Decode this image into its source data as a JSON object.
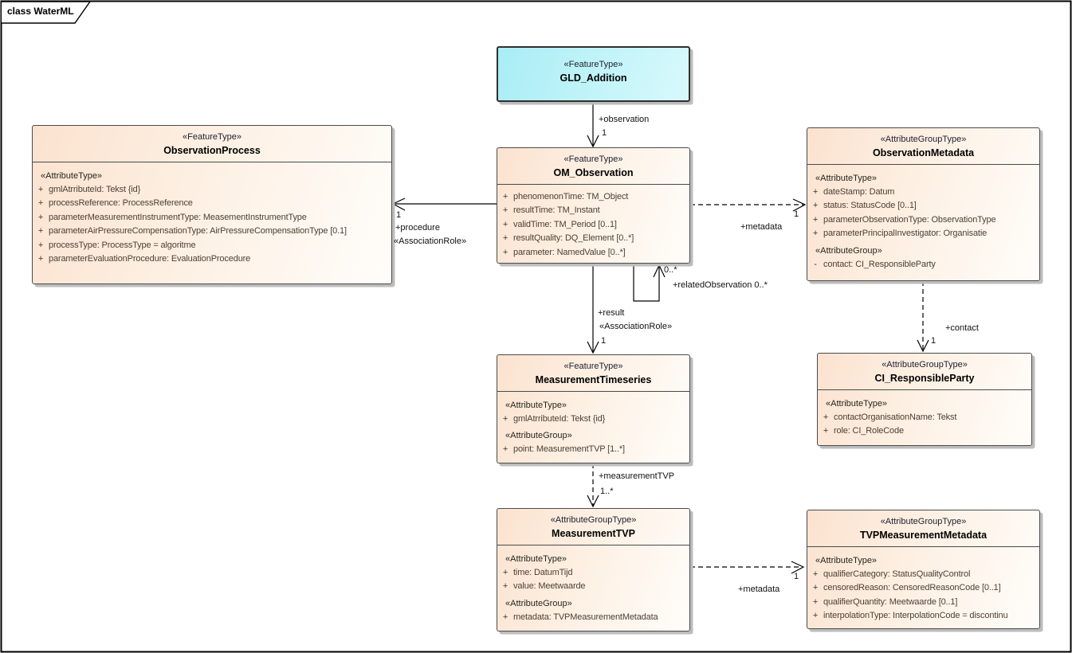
{
  "diagram": {
    "tab_label": "class WaterML"
  },
  "colors": {
    "class_fill_start": "#fbe2cf",
    "class_fill_end": "#fffdfa",
    "highlight_fill": "#a9edf5",
    "attribute_text": "#4d4034",
    "border": "#4a4a4a",
    "line": "#000000"
  },
  "classes": [
    {
      "stereotype": "«FeatureType»",
      "name": "ObservationProcess",
      "groups": [
        {
          "heading": "«AttributeType»",
          "rows": [
            {
              "vis": "+",
              "text": "gmlAtrributeId: Tekst {id}"
            },
            {
              "vis": "+",
              "text": "processReference: ProcessReference"
            },
            {
              "vis": "+",
              "text": "parameterMeasurementInstrumentType: MeasementInstrumentType"
            },
            {
              "vis": "+",
              "text": "parameterAirPressureCompensationType: AirPressureCompensationType [0.1]"
            },
            {
              "vis": "+",
              "text": "processType: ProcessType = algoritme"
            },
            {
              "vis": "+",
              "text": "parameterEvaluationProcedure: EvaluationProcedure"
            }
          ]
        }
      ]
    },
    {
      "stereotype": "«FeatureType»",
      "name": "GLD_Addition",
      "groups": []
    },
    {
      "stereotype": "«FeatureType»",
      "name": "OM_Observation",
      "groups": [
        {
          "rows": [
            {
              "vis": "+",
              "text": "phenomenonTime: TM_Object"
            },
            {
              "vis": "+",
              "text": "resultTime: TM_Instant"
            },
            {
              "vis": "+",
              "text": "validTime: TM_Period [0..1]"
            },
            {
              "vis": "+",
              "text": "resultQuality: DQ_Element [0..*]"
            },
            {
              "vis": "+",
              "text": "parameter: NamedValue [0..*]"
            }
          ]
        }
      ]
    },
    {
      "stereotype": "«AttributeGroupType»",
      "name": "ObservationMetadata",
      "groups": [
        {
          "heading": "«AttributeType»",
          "rows": [
            {
              "vis": "+",
              "text": "dateStamp: Datum"
            },
            {
              "vis": "+",
              "text": "status: StatusCode [0..1]"
            },
            {
              "vis": "+",
              "text": "parameterObservationType: ObservationType"
            },
            {
              "vis": "+",
              "text": "parameterPrincipalInvestigator: Organisatie"
            }
          ]
        },
        {
          "heading": "«AttributeGroup»",
          "rows": [
            {
              "vis": "-",
              "text": "contact: CI_ResponsibleParty"
            }
          ]
        }
      ]
    },
    {
      "stereotype": "«FeatureType»",
      "name": "MeasurementTimeseries",
      "groups": [
        {
          "heading": "«AttributeType»",
          "rows": [
            {
              "vis": "+",
              "text": "gmlAtrributeId: Tekst {id}"
            }
          ]
        },
        {
          "heading": "«AttributeGroup»",
          "rows": [
            {
              "vis": "+",
              "text": "point: MeasurementTVP [1..*]"
            }
          ]
        }
      ]
    },
    {
      "stereotype": "«AttributeGroupType»",
      "name": "CI_ResponsibleParty",
      "groups": [
        {
          "heading": "«AttributeType»",
          "rows": [
            {
              "vis": "+",
              "text": "contactOrganisationName: Tekst"
            },
            {
              "vis": "+",
              "text": "role: CI_RoleCode"
            }
          ]
        }
      ]
    },
    {
      "stereotype": "«AttributeGroupType»",
      "name": "MeasurementTVP",
      "groups": [
        {
          "heading": "«AttributeType»",
          "rows": [
            {
              "vis": "+",
              "text": "time: DatumTijd"
            },
            {
              "vis": "+",
              "text": "value: Meetwaarde"
            }
          ]
        },
        {
          "heading": "«AttributeGroup»",
          "rows": [
            {
              "vis": "+",
              "text": "metadata: TVPMeasurementMetadata"
            }
          ]
        }
      ]
    },
    {
      "stereotype": "«AttributeGroupType»",
      "name": "TVPMeasurementMetadata",
      "groups": [
        {
          "heading": "«AttributeType»",
          "rows": [
            {
              "vis": "+",
              "text": "qualifierCategory: StatusQualityControl"
            },
            {
              "vis": "+",
              "text": "censoredReason: CensoredReasonCode [0..1]"
            },
            {
              "vis": "+",
              "text": "qualifierQuantity: Meetwaarde [0..1]"
            },
            {
              "vis": "+",
              "text": "interpolationType: InterpolationCode = discontinu"
            }
          ]
        }
      ]
    }
  ],
  "connectors": {
    "observation": {
      "role": "+observation",
      "mult": "1"
    },
    "procedure": {
      "mult": "1",
      "role": "+procedure",
      "stereotype": "«AssociationRole»"
    },
    "metadata_top": {
      "mult": "1",
      "role": "+metadata"
    },
    "related_observation": {
      "mult": "0..*",
      "role": "+relatedObservation 0..*"
    },
    "result": {
      "role": "+result",
      "stereotype": "«AssociationRole»",
      "mult": "1"
    },
    "contact": {
      "role": "+contact",
      "mult": "1"
    },
    "measurement_tvp": {
      "role": "+measurementTVP",
      "mult": "1..*"
    },
    "metadata_bottom": {
      "mult": "1",
      "role": "+metadata"
    }
  }
}
